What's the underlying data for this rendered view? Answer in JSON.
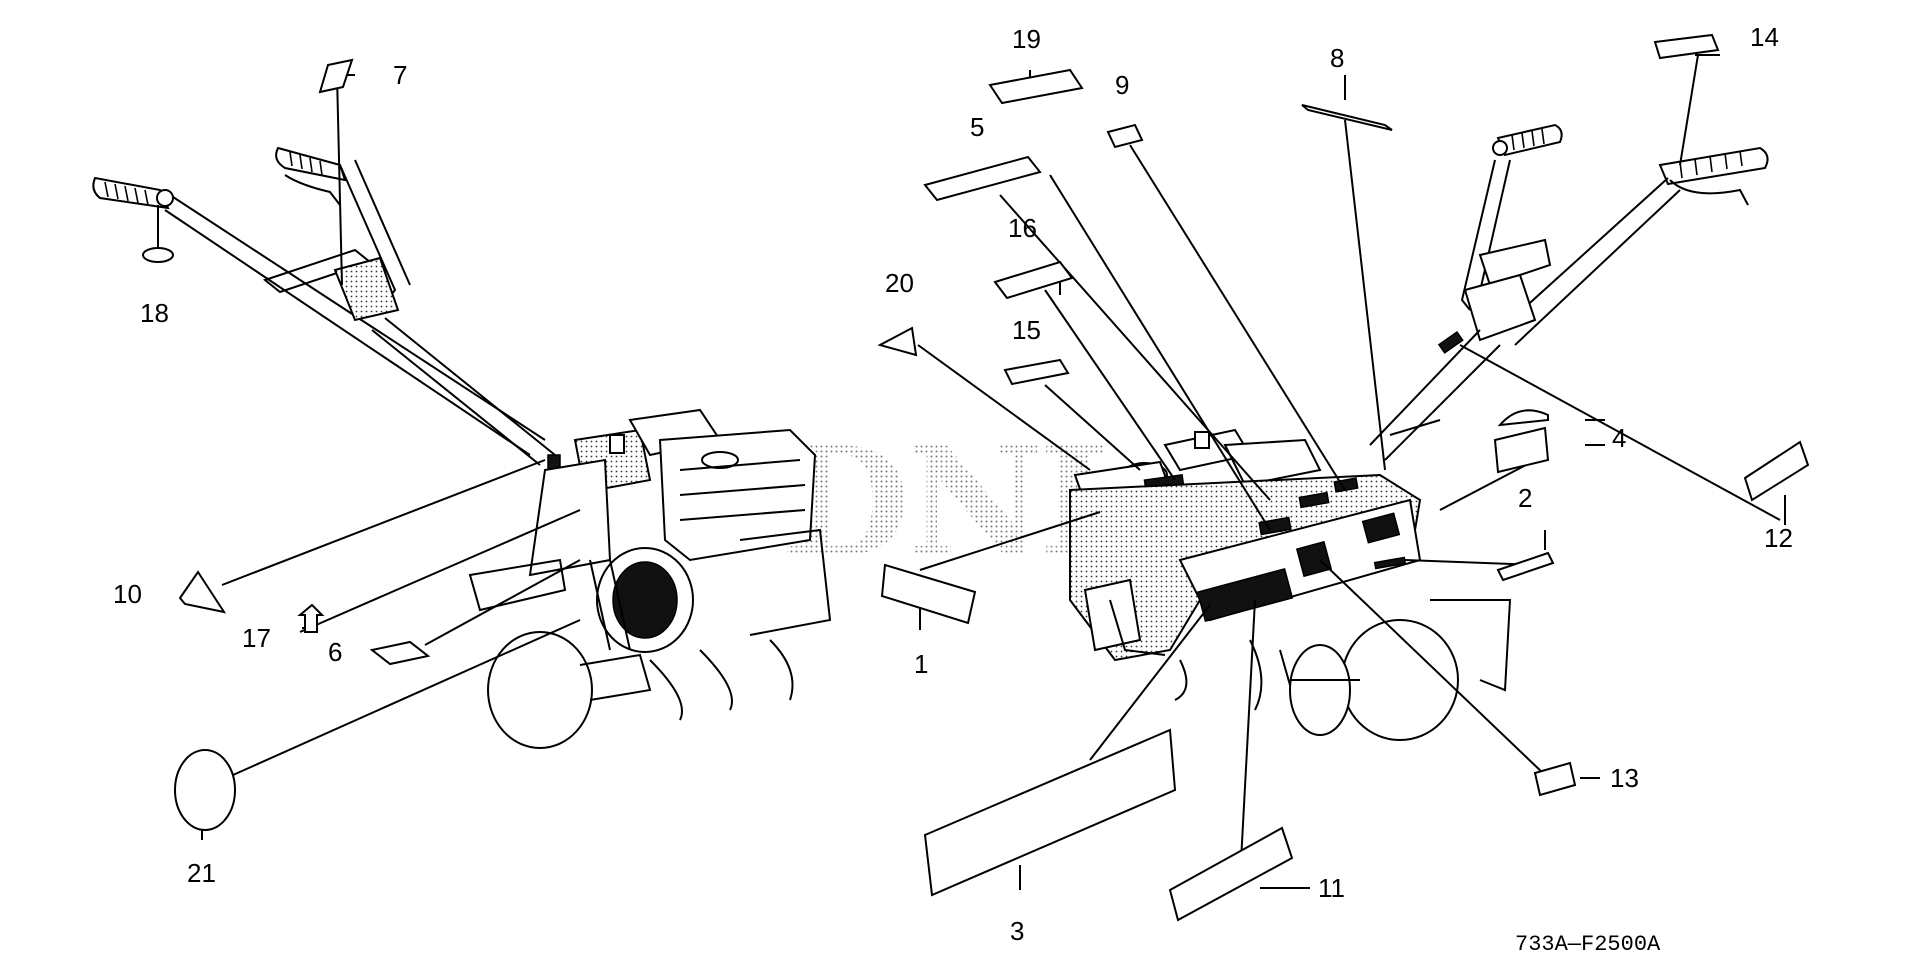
{
  "diagram": {
    "watermark": "DNI",
    "code": "733A—F2500A",
    "callouts": {
      "c1": "1",
      "c2": "2",
      "c3": "3",
      "c4": "4",
      "c5": "5",
      "c6": "6",
      "c7": "7",
      "c8": "8",
      "c9": "9",
      "c10": "10",
      "c11": "11",
      "c12": "12",
      "c13": "13",
      "c14": "14",
      "c15": "15",
      "c16": "16",
      "c17": "17",
      "c18": "18",
      "c19": "19",
      "c20": "20",
      "c21": "21"
    }
  }
}
